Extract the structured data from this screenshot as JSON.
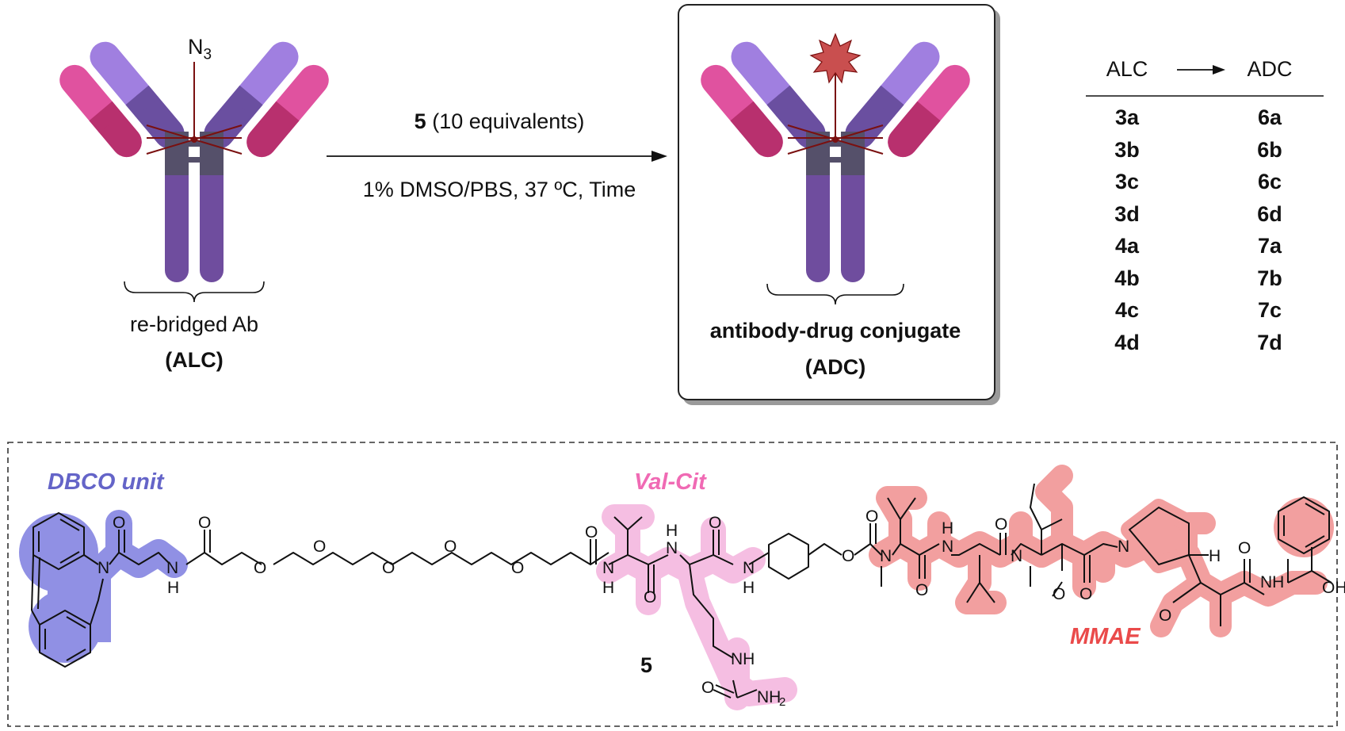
{
  "reaction": {
    "reagent_number": "5",
    "reagent_rest": " (10 equivalents)",
    "conditions": "1% DMSO/PBS, 37 ºC, Time"
  },
  "alc": {
    "azide_label": "N",
    "azide_sub": "3",
    "caption": "re-bridged Ab",
    "abbrev": "(ALC)"
  },
  "adc": {
    "caption": "antibody-drug conjugate",
    "abbrev": "(ADC)"
  },
  "table": {
    "head_left": "ALC",
    "head_right": "ADC",
    "rows": [
      {
        "alc": "3a",
        "adc": "6a"
      },
      {
        "alc": "3b",
        "adc": "6b"
      },
      {
        "alc": "3c",
        "adc": "6c"
      },
      {
        "alc": "3d",
        "adc": "6d"
      },
      {
        "alc": "4a",
        "adc": "7a"
      },
      {
        "alc": "4b",
        "adc": "7b"
      },
      {
        "alc": "4c",
        "adc": "7c"
      },
      {
        "alc": "4d",
        "adc": "7d"
      }
    ]
  },
  "structure": {
    "compound_number": "5",
    "labels": {
      "dbco": "DBCO unit",
      "valcit": "Val-Cit",
      "mmae": "MMAE"
    },
    "atoms": {
      "n_amide": "N",
      "nh1": "N",
      "h1": "H",
      "o_amide1": "O",
      "o_peg": [
        "O",
        "O",
        "O",
        "O",
        "O"
      ],
      "o_amide2": "O",
      "val_nh": "N",
      "val_h": "H",
      "val_o": "O",
      "cit_h": "H",
      "cit_n": "N",
      "cit_o": "O",
      "aniline_n": "N",
      "aniline_h": "H",
      "carbamate_o1": "O",
      "carbamate_o2": "O",
      "mmae_n1": "N",
      "mmae_o1": "O",
      "mmae_nh": "N",
      "mmae_h": "H",
      "mmae_o2": "O",
      "mmae_n2": "N",
      "mmae_ome": "O",
      "mmae_o3": "O",
      "pro_n": "N",
      "pro_h": "H",
      "mmae_ome2": "O",
      "mmae_o4": "O",
      "end_nh": "NH",
      "end_oh": "OH",
      "urea_nh": "NH",
      "urea_o": "O",
      "urea_nh2": "NH",
      "urea_nh2_sub": "2"
    }
  },
  "colors": {
    "light_chain_outer": "#e0529f",
    "light_chain_inner": "#b8306e",
    "heavy_chain_light": "#a07fe0",
    "heavy_chain_mid": "#6a4fa0",
    "heavy_chain_dark": "#6f4d9e",
    "hinge": "#55506a",
    "linker": "#7a1010",
    "payload": "#c94f4f",
    "dbco_highlight": "#7d7de0",
    "valcit_highlight": "#f4b8df",
    "mmae_highlight": "#f19595",
    "dbco_text": "#6464c8",
    "valcit_text": "#f06ab4",
    "mmae_text": "#ea4a4a"
  }
}
